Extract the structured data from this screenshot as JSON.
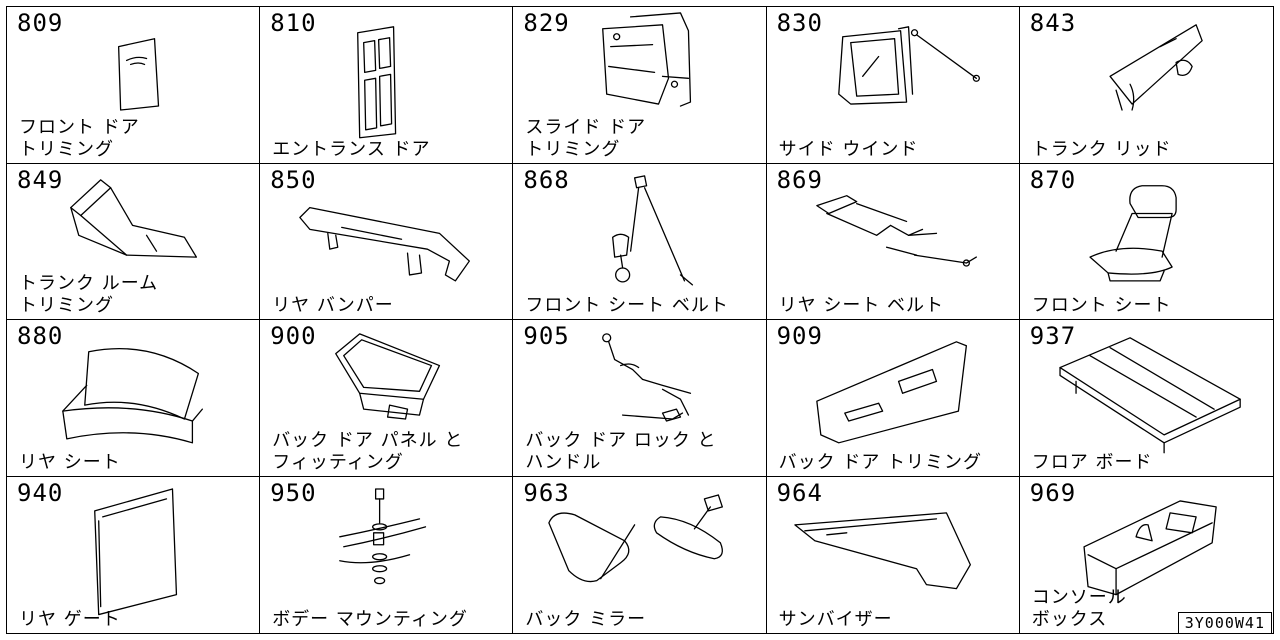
{
  "reference_code": "3Y000W41",
  "parts": [
    {
      "number": "809",
      "name": "フロント ドア\nトリミング",
      "icon": "front-door-trim-icon"
    },
    {
      "number": "810",
      "name": "エントランス ドア",
      "icon": "entrance-door-icon"
    },
    {
      "number": "829",
      "name": "スライド ドア\nトリミング",
      "icon": "slide-door-trim-icon"
    },
    {
      "number": "830",
      "name": "サイド ウインド",
      "icon": "side-window-icon"
    },
    {
      "number": "843",
      "name": "トランク リッド",
      "icon": "trunk-lid-icon"
    },
    {
      "number": "849",
      "name": "トランク ルーム\nトリミング",
      "icon": "trunk-room-trim-icon"
    },
    {
      "number": "850",
      "name": "リヤ バンパー",
      "icon": "rear-bumper-icon"
    },
    {
      "number": "868",
      "name": "フロント シート ベルト",
      "icon": "front-seat-belt-icon"
    },
    {
      "number": "869",
      "name": "リヤ シート ベルト",
      "icon": "rear-seat-belt-icon"
    },
    {
      "number": "870",
      "name": "フロント シート",
      "icon": "front-seat-icon"
    },
    {
      "number": "880",
      "name": "リヤ シート",
      "icon": "rear-seat-icon"
    },
    {
      "number": "900",
      "name": "バック ドア パネル と\nフィッティング",
      "icon": "back-door-panel-icon"
    },
    {
      "number": "905",
      "name": "バック ドア ロック と\nハンドル",
      "icon": "back-door-lock-icon"
    },
    {
      "number": "909",
      "name": "バック ドア トリミング",
      "icon": "back-door-trim-icon"
    },
    {
      "number": "937",
      "name": "フロア ボード",
      "icon": "floor-board-icon"
    },
    {
      "number": "940",
      "name": "リヤ ゲート",
      "icon": "rear-gate-icon"
    },
    {
      "number": "950",
      "name": "ボデー マウンティング",
      "icon": "body-mounting-icon"
    },
    {
      "number": "963",
      "name": "バック ミラー",
      "icon": "back-mirror-icon"
    },
    {
      "number": "964",
      "name": "サンバイザー",
      "icon": "sun-visor-icon"
    },
    {
      "number": "969",
      "name": "コンソール\nボックス",
      "icon": "console-box-icon"
    }
  ]
}
